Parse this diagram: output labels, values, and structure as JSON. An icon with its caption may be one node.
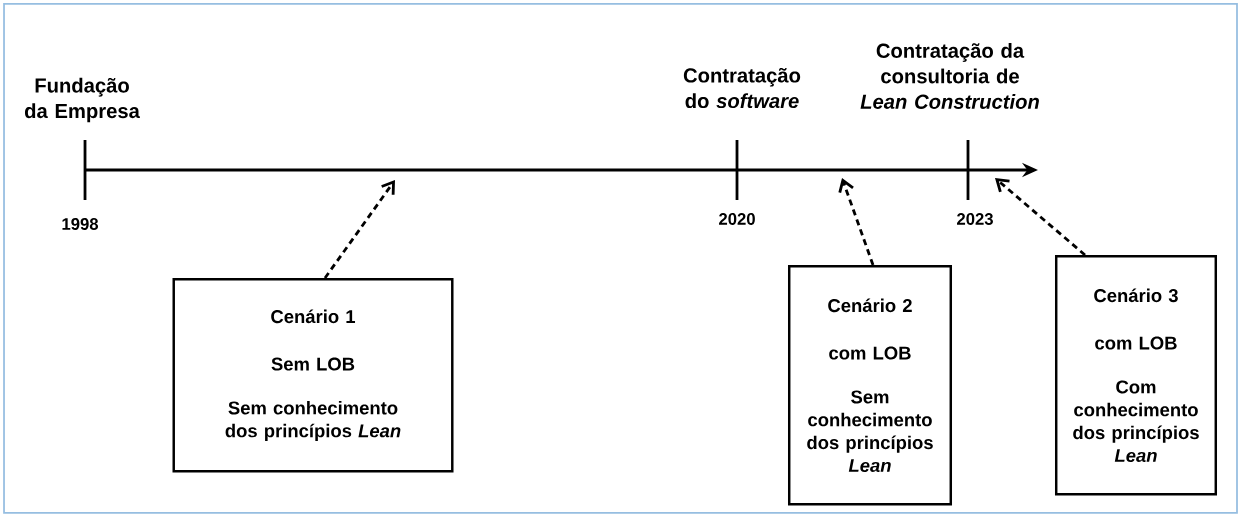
{
  "diagram": {
    "nodes": [
      {
        "text": [
          "Cenário 1",
          "Sem LOB",
          "Sem conhecimento  dos princípios *Lean*"
        ]
      },
      {
        "text": [
          "Cenário 2",
          "com LOB",
          "Sem conhecimento dos  princípios *Lean*"
        ]
      },
      {
        "text": [
          "Cenário 3",
          "com LOB",
          "Com conhecimento dos princípios *Lean*"
        ]
      }
    ],
    "edges": [
      {
        "from": 0,
        "to": null,
        "arrow": "to",
        "style": "dashed"
      },
      {
        "from": 1,
        "to": null,
        "arrow": "to",
        "style": "dashed"
      },
      {
        "from": 2,
        "to": null,
        "arrow": "to",
        "style": "dashed"
      }
    ],
    "labels": [
      "Fundação da Empresa",
      "1998",
      "Contratação do *software*",
      "2020",
      "Contratação da consultoria de *Lean Construction*",
      "2023"
    ]
  }
}
